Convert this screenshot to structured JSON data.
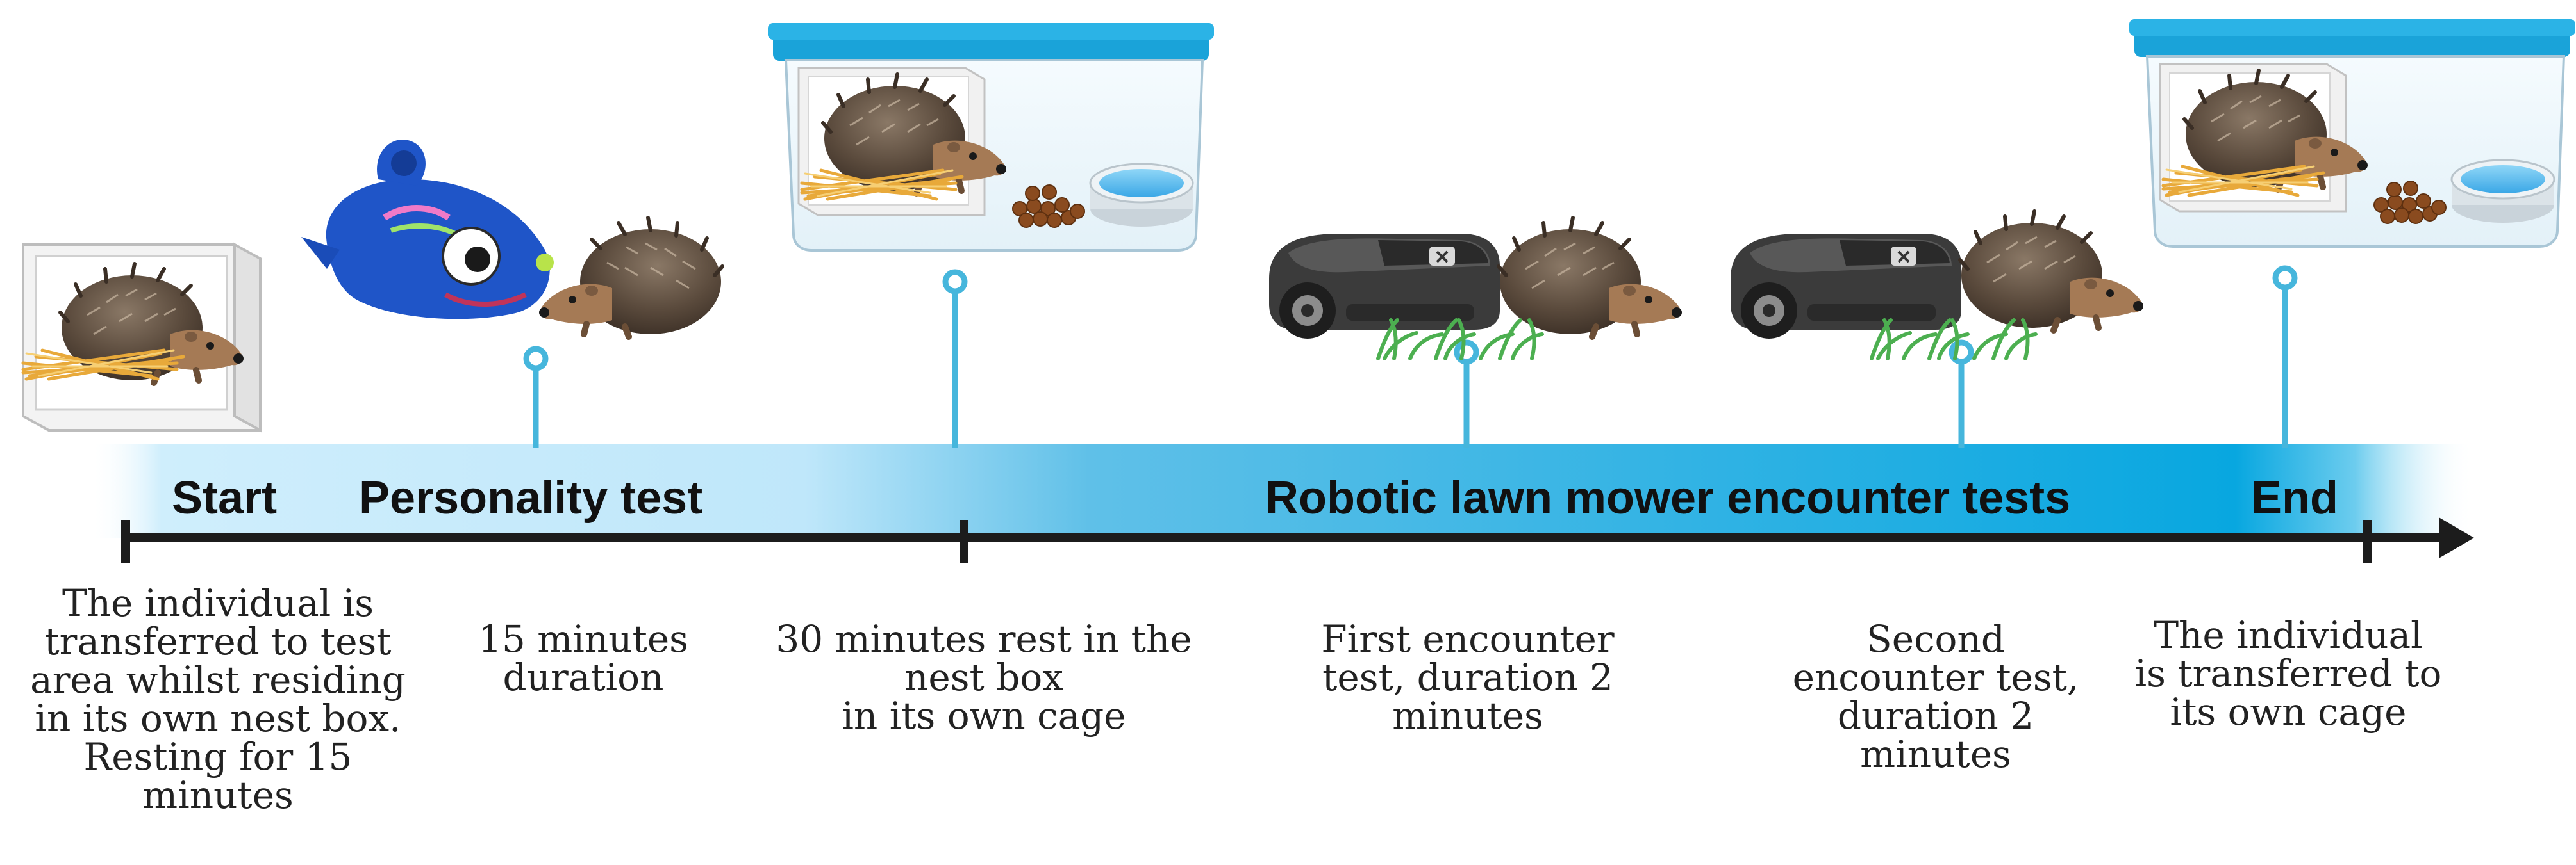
{
  "timeline": {
    "phases": {
      "start": "Start",
      "personality": "Personality test",
      "mower": "Robotic lawn mower encounter tests",
      "end": "End"
    },
    "captions": {
      "transfer_in": "The individual is\ntransferred to test\narea whilst residing\nin its own nest box.\nResting for 15\nminutes",
      "personality_duration": "15 minutes\nduration",
      "rest": "30 minutes rest in the\nnest box\nin its own cage",
      "first_encounter": "First encounter\ntest, duration 2\nminutes",
      "second_encounter": "Second\nencounter test,\nduration 2\nminutes",
      "transfer_out": "The individual\nis transferred to\nits own cage"
    }
  },
  "colors": {
    "band_light": "#cfeefc",
    "band_dark": "#08a7e0",
    "marker": "#46b6dc",
    "axis": "#1c1c1c",
    "hedgehog_spines": "#5a4a3c",
    "hedgehog_face": "#a57a55",
    "chameleon": "#1f55c8",
    "mower_body": "#3b3b3b",
    "grass": "#4caf50",
    "water": "#4fb7ee",
    "straw": "#e8a93a",
    "cage_lid": "#1aa3d9"
  },
  "icons": [
    "nest-box-icon",
    "hedgehog-icon",
    "chameleon-toy-icon",
    "cage-icon",
    "food-pellets-icon",
    "water-bowl-icon",
    "robotic-mower-icon",
    "grass-icon",
    "timeline-marker-icon",
    "arrow-head-icon"
  ]
}
